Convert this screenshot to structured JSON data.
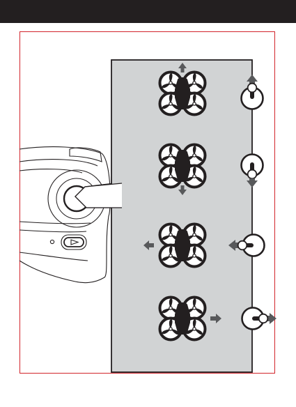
{
  "page": {
    "header_bar_color": "#231f20",
    "frame_border_color": "#d2232a",
    "panel_fill_color": "#d1d3d4",
    "line_color": "#231f20",
    "arrow_color": "#58595b"
  },
  "controller": {
    "icon": "remote-controller-icon",
    "stick": "left-joystick-icon",
    "button": "power-button-icon"
  },
  "illustrations": [
    {
      "direction": "forward",
      "drone_icon": "quadcopter-icon",
      "motion_arrow_icon": "arrow-up-icon",
      "stick_icon": "stick-push-up-icon"
    },
    {
      "direction": "backward",
      "drone_icon": "quadcopter-icon",
      "motion_arrow_icon": "arrow-down-icon",
      "stick_icon": "stick-pull-down-icon"
    },
    {
      "direction": "left",
      "drone_icon": "quadcopter-icon",
      "motion_arrow_icon": "arrow-left-icon",
      "stick_icon": "stick-push-left-icon"
    },
    {
      "direction": "right",
      "drone_icon": "quadcopter-icon",
      "motion_arrow_icon": "arrow-right-icon",
      "stick_icon": "stick-push-right-icon"
    }
  ]
}
